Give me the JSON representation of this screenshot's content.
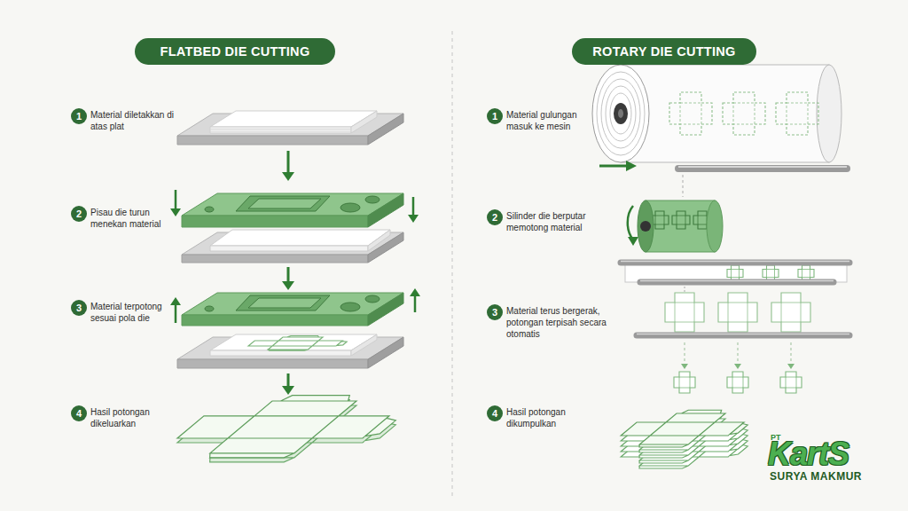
{
  "diagram": {
    "nodes": [
      {
        "text": [
          "FLATBED DIE CUTTING"
        ]
      },
      {
        "text": [
          "1",
          "Material diletakkan di atas plat"
        ]
      },
      {
        "text": [
          "2",
          "Pisau die turun menekan material"
        ]
      },
      {
        "text": [
          "3",
          "Material terpotong sesuai pola die"
        ]
      },
      {
        "text": [
          "4",
          "Hasil potongan dikeluarkan"
        ]
      },
      {
        "text": [
          "ROTARY DIE CUTTING"
        ]
      },
      {
        "text": [
          "1",
          "Material gulungan masuk ke mesin"
        ]
      },
      {
        "text": [
          "2",
          "Silinder die berputar memotong material"
        ]
      },
      {
        "text": [
          "3",
          "Material terus bergerak, potongan terpisah secara otomatis"
        ]
      },
      {
        "text": [
          "4",
          "Hasil potongan dikumpulkan"
        ]
      }
    ],
    "labels": [
      "PT",
      "KartS",
      "SURYA MAKMUR"
    ]
  }
}
